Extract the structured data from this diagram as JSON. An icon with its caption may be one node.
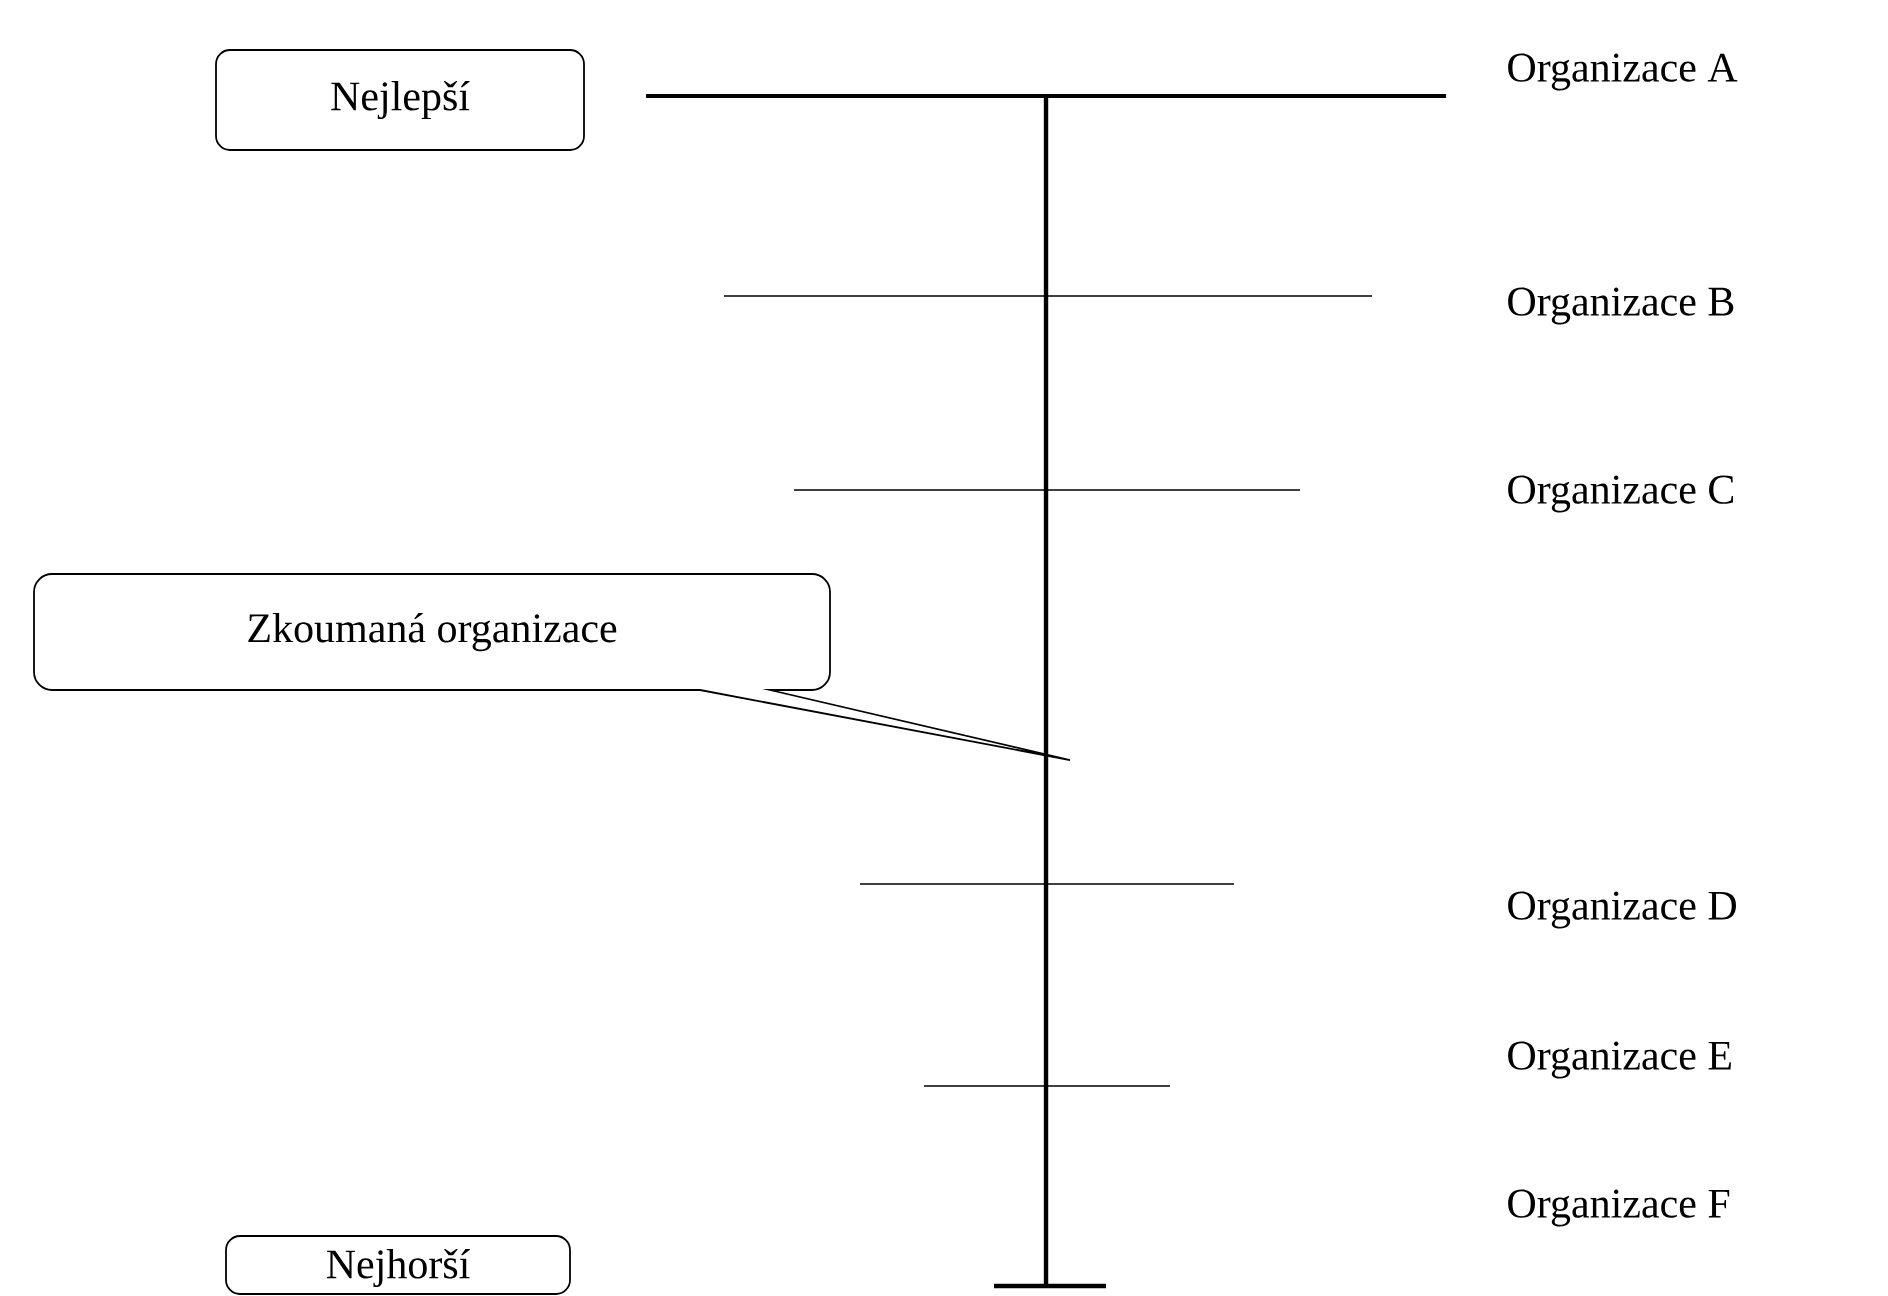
{
  "diagram": {
    "nodes": [
      {
        "text": [
          "Nejlepší"
        ]
      },
      {
        "text": [
          "Zkoumaná organizace"
        ]
      },
      {
        "text": [
          "Nejhorší"
        ]
      }
    ],
    "labels": [
      "Organizace A",
      "Organizace B",
      "Organizace C",
      "Organizace D",
      "Organizace E",
      "Organizace F"
    ]
  }
}
